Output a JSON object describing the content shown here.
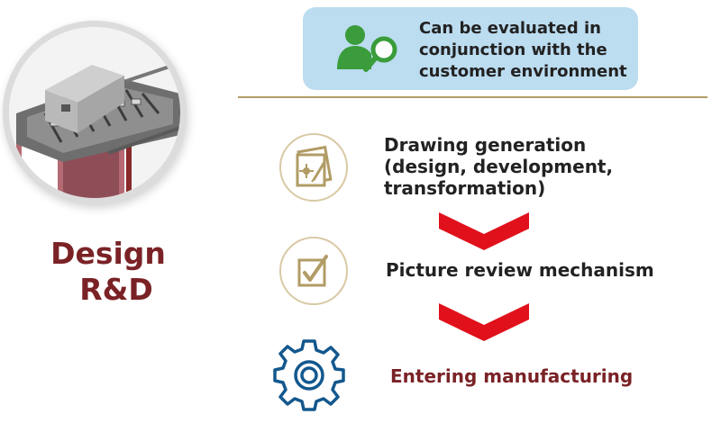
{
  "section_title": [
    "Design",
    "R&D"
  ],
  "callout": {
    "lines": [
      "Can be evaluated in",
      "conjunction with the",
      "customer environment"
    ],
    "icon": "user-search-icon",
    "bg_color": "#bcdcf0"
  },
  "steps": [
    {
      "lines": [
        "Drawing generation",
        "(design, development,",
        "transformation)"
      ],
      "icon": "drawing-icon"
    },
    {
      "lines": [
        "Picture review mechanism"
      ],
      "icon": "checkbox-icon"
    },
    {
      "lines": [
        "Entering manufacturing"
      ],
      "icon": "gear-icon"
    }
  ],
  "colors": {
    "accent_red": "#e0111b",
    "brand_maroon": "#7a2226",
    "icon_blue": "#13588e",
    "gold": "#b19c66",
    "icon_green": "#3a9c3a"
  }
}
